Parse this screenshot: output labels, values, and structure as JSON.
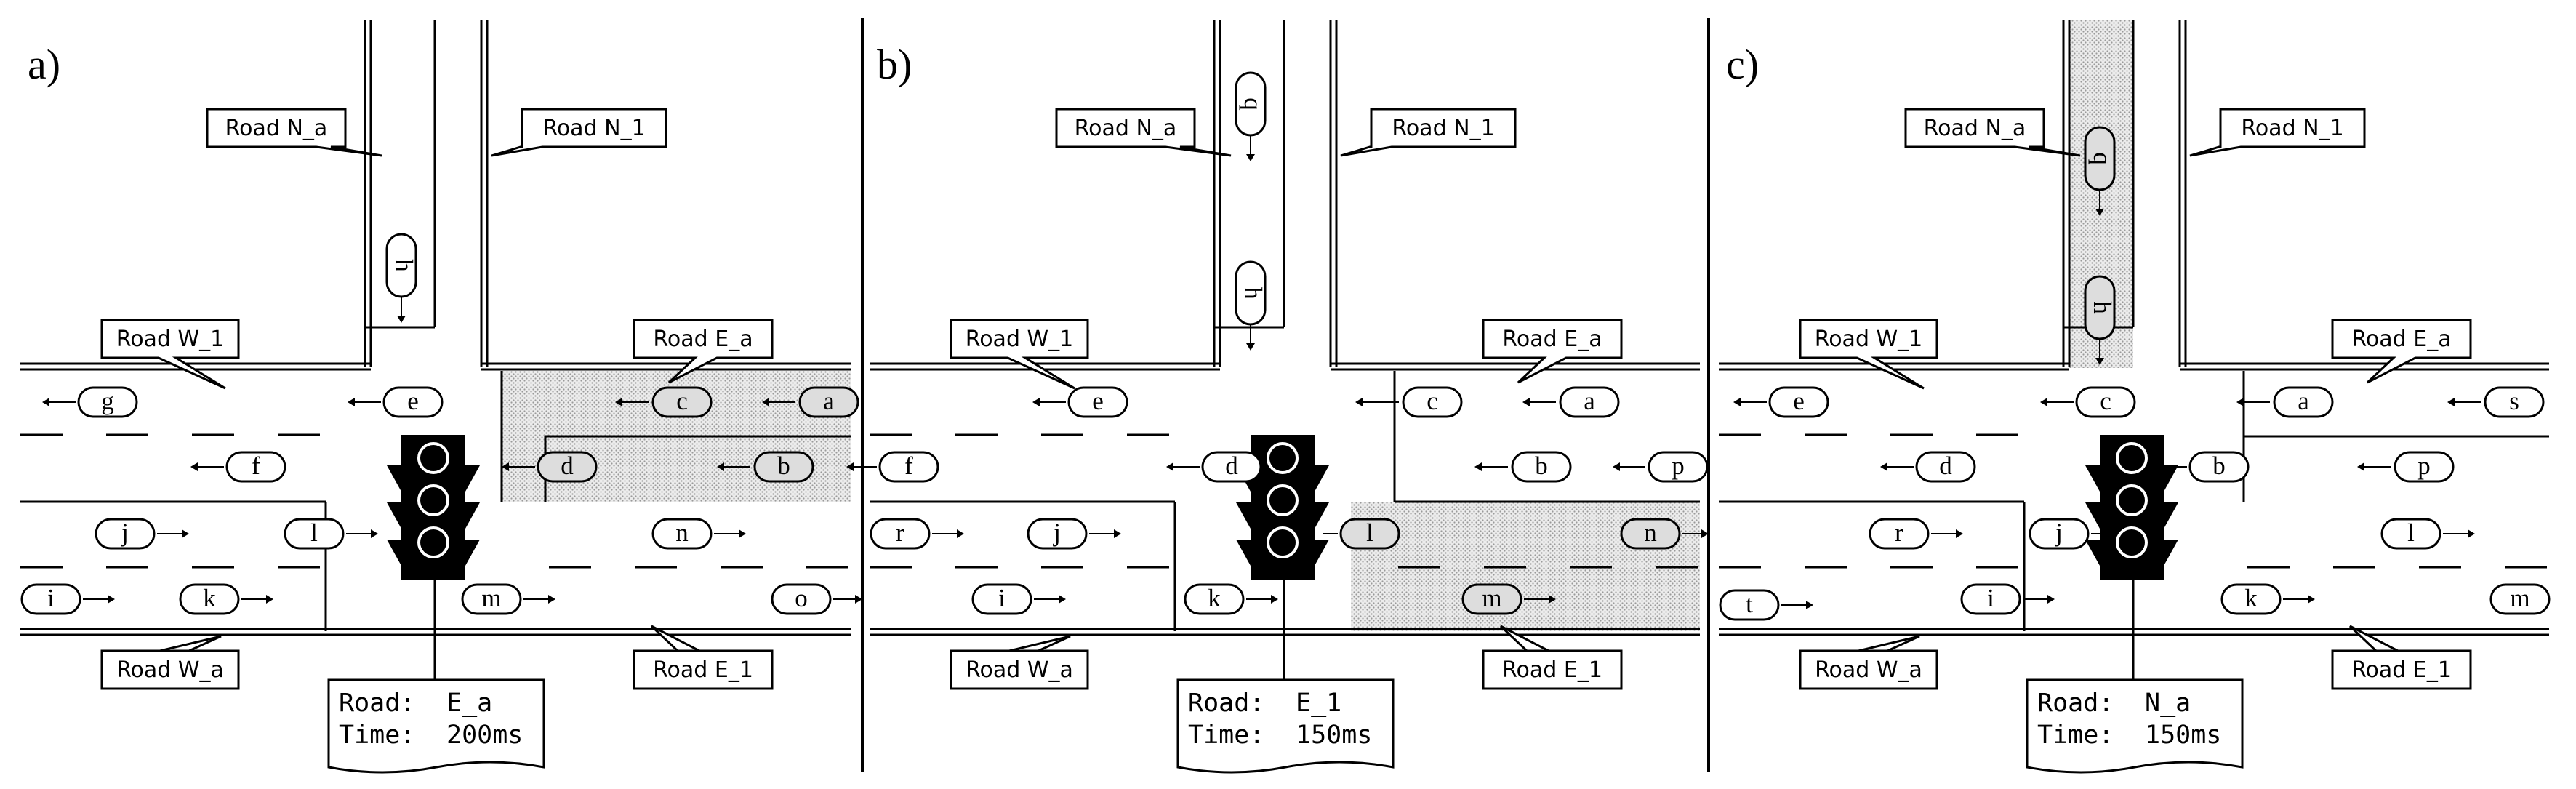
{
  "panels": [
    {
      "label": "a)",
      "roads": {
        "n_a": "Road N_a",
        "n_1": "Road N_1",
        "w_1": "Road W_1",
        "e_a": "Road E_a",
        "w_a": "Road W_a",
        "e_1": "Road E_1"
      },
      "light": {
        "road_key": "Road:",
        "road_val": "E_a",
        "time_key": "Time:",
        "time_val": "200ms"
      },
      "cars": {
        "north": [
          "h"
        ],
        "west_in": [
          "c",
          "a",
          "d",
          "b"
        ],
        "west_out": [
          "g",
          "e",
          "f"
        ],
        "east_in": [
          "j",
          "l",
          "i",
          "k"
        ],
        "east_out": [
          "n",
          "m",
          "o"
        ]
      }
    },
    {
      "label": "b)",
      "roads": {
        "n_a": "Road N_a",
        "n_1": "Road N_1",
        "w_1": "Road W_1",
        "e_a": "Road E_a",
        "w_a": "Road W_a",
        "e_1": "Road E_1"
      },
      "light": {
        "road_key": "Road:",
        "road_val": "E_1",
        "time_key": "Time:",
        "time_val": "150ms"
      },
      "cars": {
        "north": [
          "q",
          "h"
        ],
        "west_in": [
          "c",
          "a",
          "b",
          "p"
        ],
        "west_out": [
          "e",
          "f",
          "d"
        ],
        "east_in": [
          "r",
          "j",
          "l",
          "i",
          "k"
        ],
        "east_out": [
          "n",
          "m"
        ]
      }
    },
    {
      "label": "c)",
      "roads": {
        "n_a": "Road N_a",
        "n_1": "Road N_1",
        "w_1": "Road W_1",
        "e_a": "Road E_a",
        "w_a": "Road W_a",
        "e_1": "Road E_1"
      },
      "light": {
        "road_key": "Road:",
        "road_val": "N_a",
        "time_key": "Time:",
        "time_val": "150ms"
      },
      "cars": {
        "north": [
          "q",
          "h"
        ],
        "west_in": [
          "a",
          "s",
          "b",
          "p"
        ],
        "west_out": [
          "e",
          "c",
          "d"
        ],
        "east_in": [
          "r",
          "j",
          "t",
          "i",
          "k"
        ],
        "east_out": [
          "l",
          "m"
        ]
      }
    }
  ],
  "colors": {
    "line": "#000000",
    "highlight": "#d4d4d4",
    "bubble": "#ffffff"
  }
}
